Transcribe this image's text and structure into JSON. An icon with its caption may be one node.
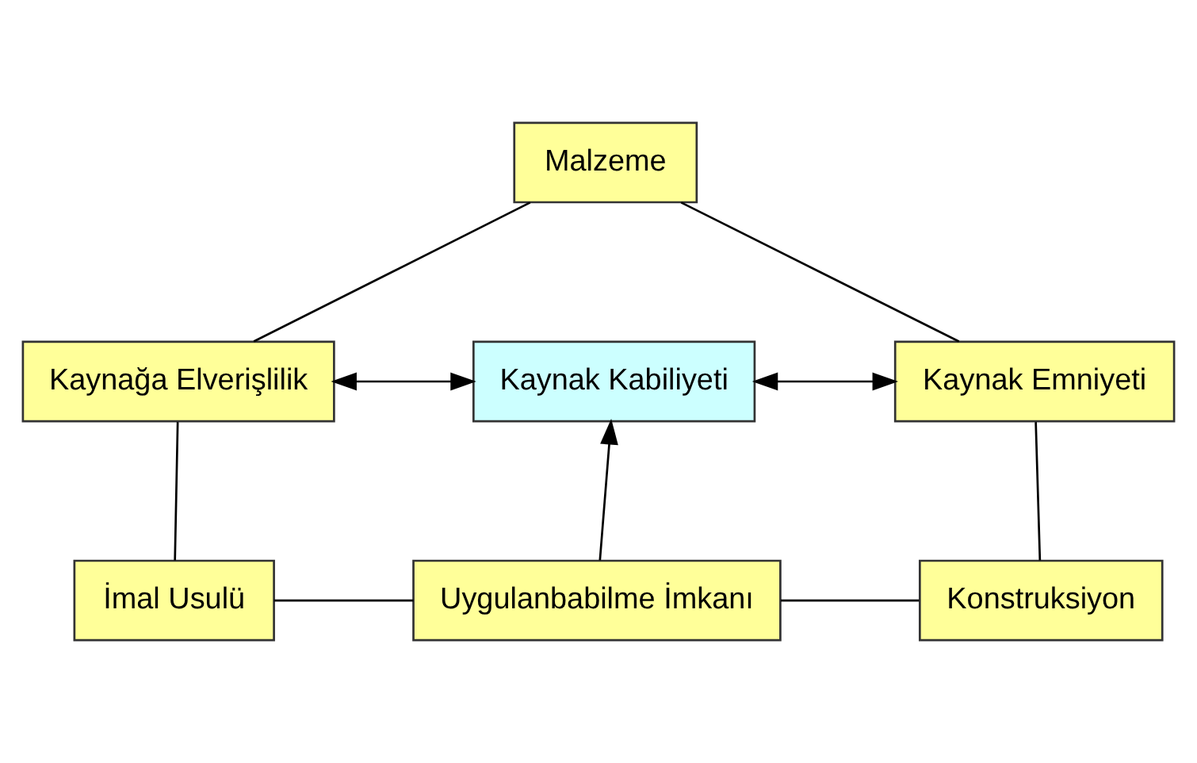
{
  "diagram": {
    "nodes": [
      {
        "text": [
          "Malzeme"
        ]
      },
      {
        "text": [
          "Kaynağa Elverişlilik"
        ]
      },
      {
        "text": [
          "Kaynak Kabiliyeti"
        ]
      },
      {
        "text": [
          "Kaynak Emniyeti"
        ]
      },
      {
        "text": [
          "İmal Usulü"
        ]
      },
      {
        "text": [
          "Uygulanbabilme İmkanı"
        ]
      },
      {
        "text": [
          "Konstruksiyon"
        ]
      }
    ],
    "edges": [
      {
        "from": 0,
        "to": 1,
        "arrow": "none"
      },
      {
        "from": 0,
        "to": 3,
        "arrow": "none"
      },
      {
        "from": 1,
        "to": 2,
        "arrow": "both"
      },
      {
        "from": 2,
        "to": 3,
        "arrow": "both"
      },
      {
        "from": 5,
        "to": 2,
        "arrow": "to"
      },
      {
        "from": 1,
        "to": 4,
        "arrow": "none"
      },
      {
        "from": 3,
        "to": 6,
        "arrow": "none"
      },
      {
        "from": 4,
        "to": 5,
        "arrow": "none"
      },
      {
        "from": 5,
        "to": 6,
        "arrow": "none"
      }
    ]
  }
}
